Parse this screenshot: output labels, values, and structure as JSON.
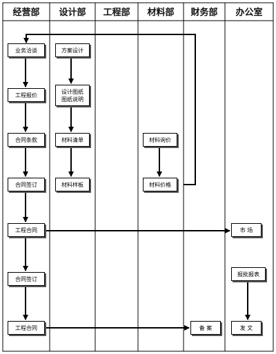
{
  "columns": [
    {
      "label": "经营部"
    },
    {
      "label": "设计部"
    },
    {
      "label": "工程部"
    },
    {
      "label": "材料部"
    },
    {
      "label": "财务部"
    },
    {
      "label": "办公室"
    }
  ],
  "nodes": {
    "business_negotiation": "业务洽谈",
    "plan_design": "方案设计",
    "project_quote": "工程报价",
    "design_drawing_line1": "设计图纸",
    "design_drawing_line2": "图纸说明",
    "contract_terms": "合同条款",
    "material_list": "材料清单",
    "material_inquiry": "材料询价",
    "contract_sign_1": "合同签订",
    "material_sample": "材料样板",
    "material_price": "材料价格",
    "project_contract_1": "工程合同",
    "market": "市 场",
    "contract_sign_2": "合同签订",
    "approval_report": "报批报表",
    "project_contract_2": "工程合同",
    "filing": "备 案",
    "official_document": "发 文"
  }
}
